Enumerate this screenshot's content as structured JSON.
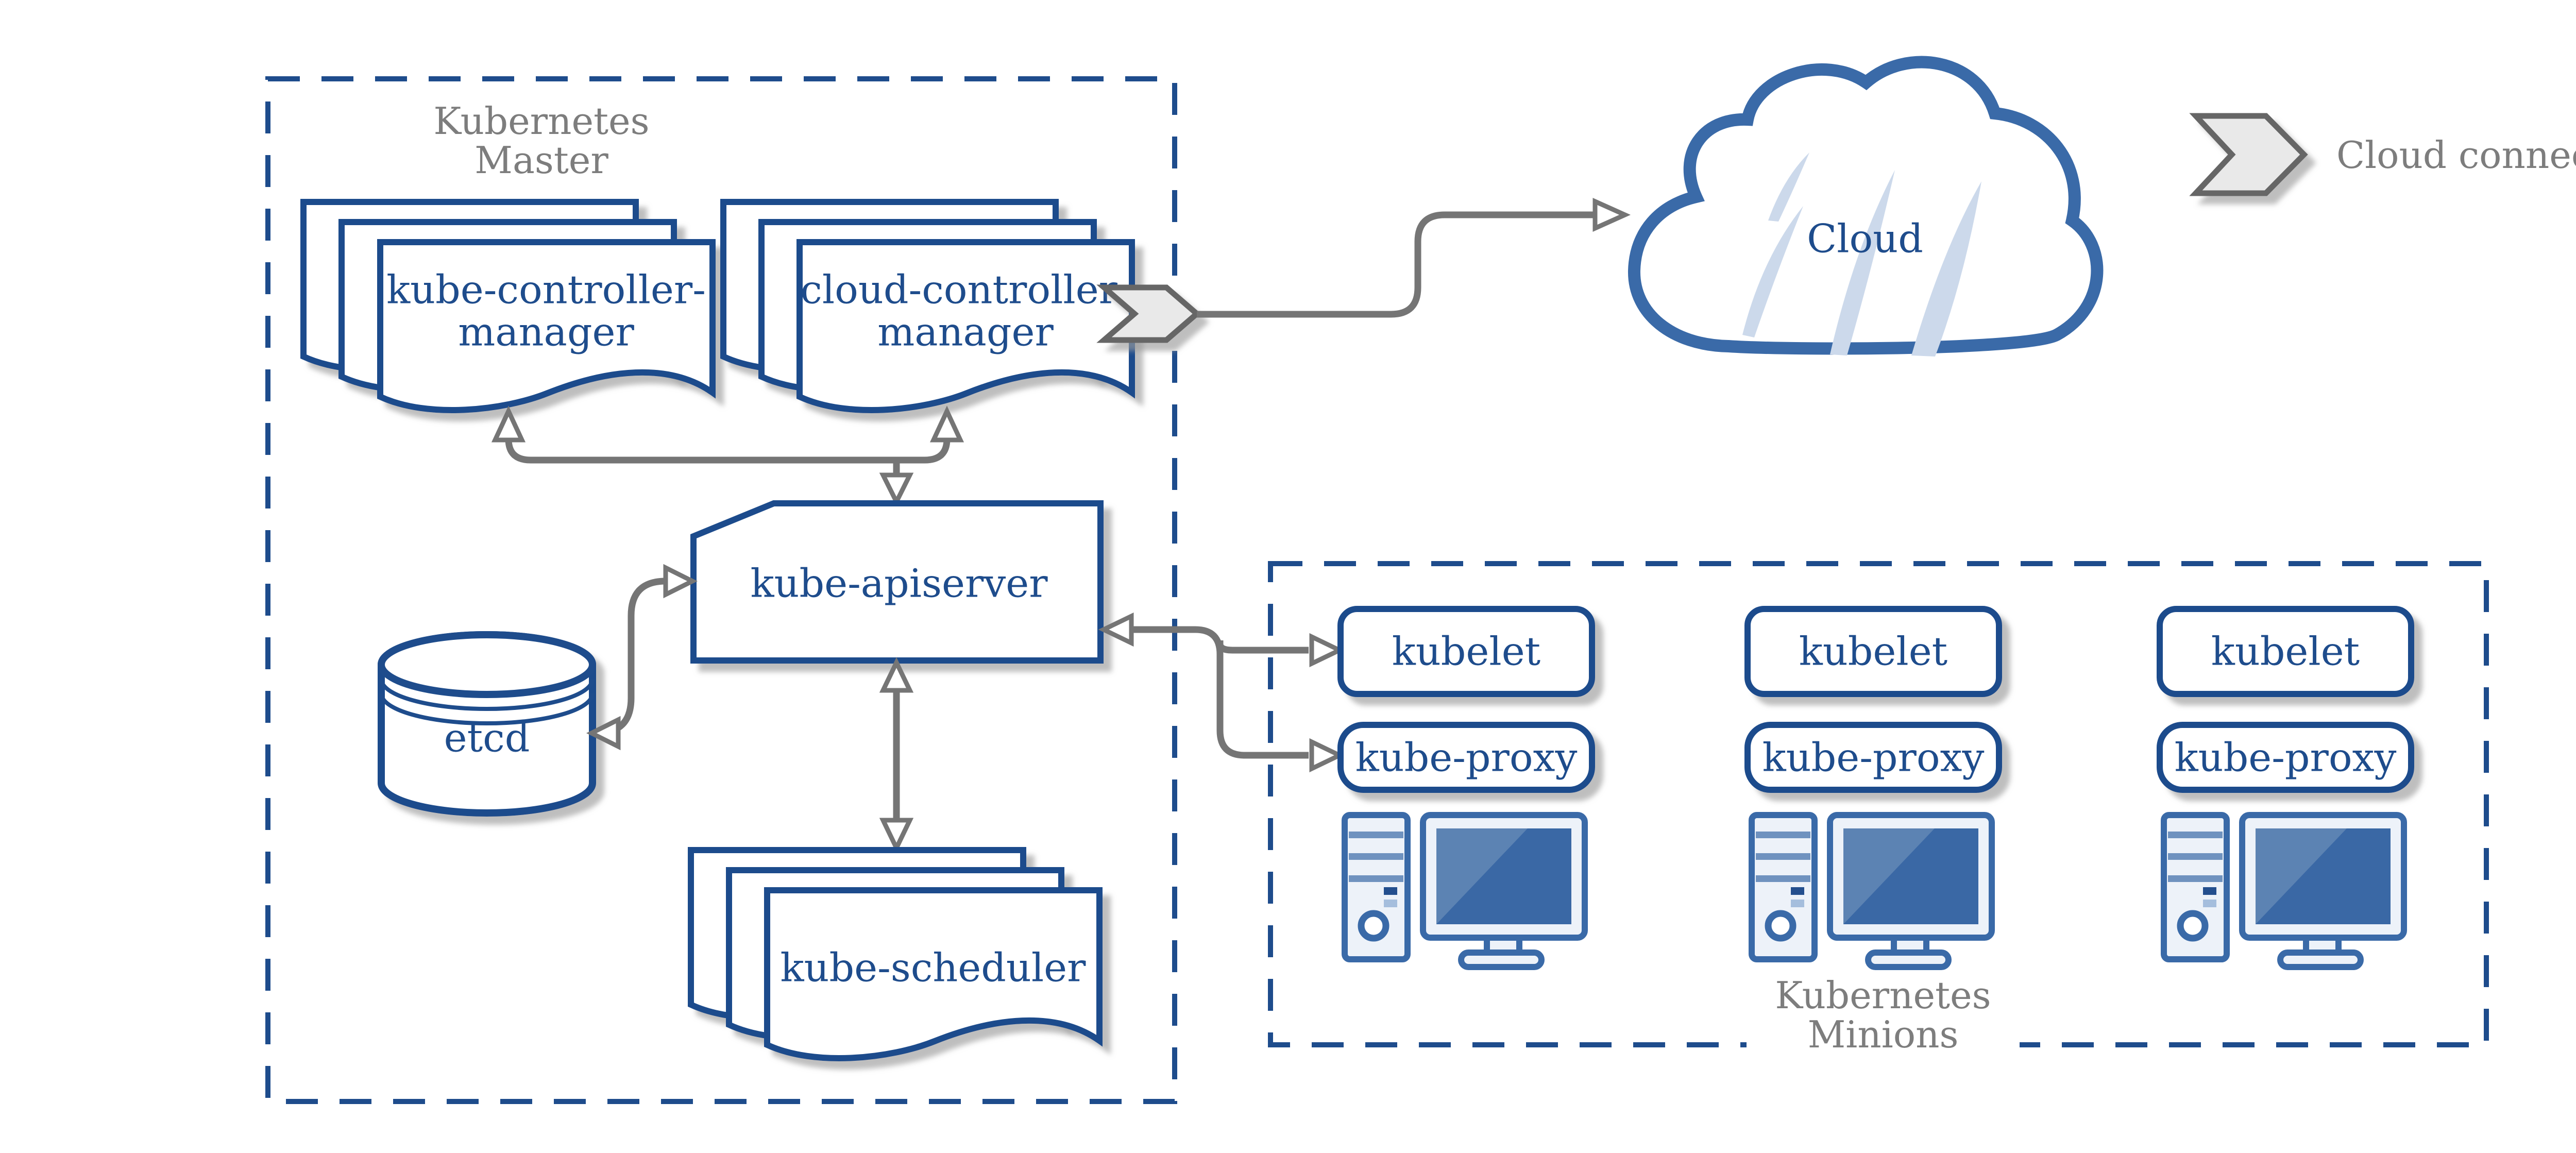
{
  "colors": {
    "navy": "#1e4c8c",
    "cloud_blue": "#3a6aa8",
    "gray_text": "#7d7d7d",
    "arrow_gray": "#757575",
    "shadow": "#a8a8a8",
    "chevron_fill": "#e9e9e9",
    "chevron_border": "#666666",
    "panel_fill": "#edf2f9",
    "stripe_blue": "#6f92bf",
    "accent_light": "#a5bedd",
    "screen_blue": "#3a68a5",
    "screen_highlight": "#5c83b3",
    "cloud_slash": "#ccd9eb"
  },
  "master": {
    "title_line1": "Kubernetes",
    "title_line2": "Master",
    "kube_controller_manager": {
      "line1": "kube-controller-",
      "line2": "manager"
    },
    "cloud_controller_manager": {
      "line1": "cloud-controller-",
      "line2": "manager"
    },
    "kube_apiserver": "kube-apiserver",
    "etcd": "etcd",
    "kube_scheduler": "kube-scheduler"
  },
  "cloud": {
    "label": "Cloud"
  },
  "legend": {
    "label": "Cloud connector"
  },
  "minions": {
    "title_line1": "Kubernetes",
    "title_line2": "Minions",
    "columns": [
      {
        "kubelet": "kubelet",
        "kube_proxy": "kube-proxy"
      },
      {
        "kubelet": "kubelet",
        "kube_proxy": "kube-proxy"
      },
      {
        "kubelet": "kubelet",
        "kube_proxy": "kube-proxy"
      }
    ]
  }
}
